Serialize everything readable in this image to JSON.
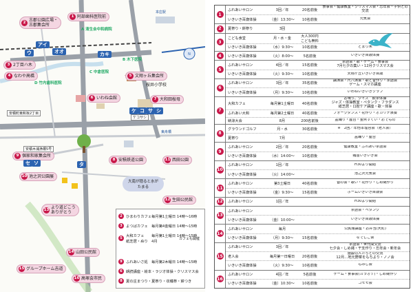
{
  "map": {
    "callouts": [
      {
        "num": "1",
        "label": "阿部歯科医院前"
      },
      {
        "num": "2",
        "label": "古郡公園広場・\n古郡集会所"
      },
      {
        "num": "3",
        "label": "2丁目ハ木"
      },
      {
        "num": "4",
        "label": "なわや高橋"
      },
      {
        "num": "5",
        "label": "文翔ヶ丘集会所"
      },
      {
        "num": "6",
        "label": "いわね会館"
      },
      {
        "num": "7",
        "label": "大和田桜母"
      },
      {
        "num": "8",
        "label": "安積鉄道公園"
      },
      {
        "num": "9",
        "label": "個家和家集会所"
      },
      {
        "num": "10",
        "label": "池之沢公園展"
      },
      {
        "num": "11",
        "label": "西田公園"
      },
      {
        "num": "12",
        "label": "生田公民館"
      },
      {
        "num": "13",
        "label": "より道どこう\nありがとう"
      },
      {
        "num": "14",
        "label": "山田公民館"
      },
      {
        "num": "15",
        "label": "グループホーム吉道"
      },
      {
        "num": "16",
        "label": "高塚会市民"
      }
    ],
    "hospitals": [
      "A 清生会中和病院",
      "B 木下医院",
      "C 中倉医院",
      "D 竹内歯科医院"
    ],
    "signs": [
      "アイ",
      "ウ",
      "オオ",
      "カキ",
      "ケ",
      "コ",
      "サ",
      "シ",
      "セ",
      "ソ",
      "タ"
    ],
    "roads": [
      "安積町東和坂2丁目",
      "安積木浦漁橋5号",
      "ケコサシ"
    ],
    "stations": [
      "本庄駅",
      "東舟橋"
    ],
    "center_label": "大南が穏ると水が\nたまる",
    "school_label": "桜井小学校",
    "train_label": "カフェも開催"
  },
  "legend": {
    "rows": [
      {
        "num": "2",
        "name": "ひまわりカフェ",
        "info": "毎月第1土曜日 14時～16時"
      },
      {
        "num": "3",
        "name": "よつばカフェ",
        "info": "毎月第4金曜日 14時～15時"
      },
      {
        "num": "5",
        "name": "大和カフェ\n紙芝居・ぬり",
        "info": "毎月第1土曜日 14時～15時\n4月"
      },
      {
        "num": "9",
        "name": "ふれあいさ処",
        "info": "毎月第2木曜日 14時～15時"
      },
      {
        "num": "6",
        "name": "朗読講座・絵本・ラジオ体操・クリスマス会",
        "info": ""
      },
      {
        "num": "8",
        "name": "夏の庄まつり・夏祭り・収穫祭・餅つき",
        "info": ""
      }
    ]
  },
  "schedule": [
    {
      "num": "1",
      "subs": [
        [
          "ふれあいサロン",
          "3回／年",
          "20名前後",
          "食事会・健康教室・クリスマス会・忘年会・子供との交流"
        ],
        [
          "いきいき百歳体操",
          "（金）13:30～",
          "10名前後",
          "元気会"
        ]
      ]
    },
    {
      "num": "2",
      "subs": [
        [
          "夏祭り・餅祭り",
          "3回",
          "",
          ""
        ]
      ]
    },
    {
      "num": "3",
      "subs": [
        [
          "こども食堂",
          "月・水・金",
          "大人300円\nこども無料",
          ""
        ],
        [
          "いきいき百歳体操",
          "（水）9:30～",
          "10名前後",
          "とまり木"
        ]
      ]
    },
    {
      "num": "4",
      "subs": [
        [
          "いきいき百歳体操",
          "（火）8:00～",
          "5名前後",
          "いきいき百歳体操"
        ]
      ]
    },
    {
      "num": "5",
      "subs": [
        [
          "ふれあいサロン",
          "4回／年",
          "15名前後",
          "茶話会・歌・ゲーム・食事会\n7月七夕の集い・12月クリスマス会"
        ],
        [
          "いきいき百歳体操",
          "（火）9:30～",
          "10名前後",
          "天翔ヶ丘いきいき百歳"
        ]
      ]
    },
    {
      "num": "6",
      "subs": [
        [
          "ふれあいサロン",
          "3回／年",
          "35名前後",
          "講演会・尺八演奏・歌と昔作り・茶話会\nゲーム・スマホ講座"
        ],
        [
          "いきいき百歳体操",
          "（月）9:30～",
          "10名前後",
          "いわねいきいきクラブ"
        ]
      ]
    },
    {
      "num": "7",
      "subs": [
        [
          "大和カフェ",
          "毎月第1土曜日",
          "40名前後",
          "お喋り、クイズ　飲茶体操\nジャズ・体操教室・ペタンク・フラダンス\n紙芝居・口腔ケア講座・歌・体操"
        ],
        [
          "ふれあい大和",
          "毎月第2土曜日",
          "40名前後",
          "フォークダンス・花作り・オカリナ演奏"
        ],
        [
          "納涼大会",
          "8月",
          "200名前後",
          "盆踊り・屋台・金魚すくい・おでもの"
        ]
      ]
    },
    {
      "num": "8",
      "subs": [
        [
          "グラウンドゴルフ",
          "月・水",
          "30名前後",
          "※　2回／年他本理容会（老人会）"
        ],
        [
          "夏祭り",
          "7月",
          "",
          "盆踊り・屋台"
        ]
      ]
    },
    {
      "num": "9",
      "subs": [
        [
          "ふれあいサロン",
          "2回／年",
          "20名前後",
          "健康教室・ふれあい茶話会"
        ],
        [
          "いきいき百歳体操",
          "（水）14:00～",
          "10名前後",
          "猪苗いきいき会"
        ]
      ]
    },
    {
      "num": "10",
      "subs": [
        [
          "ふれあいサロン",
          "1回／年",
          "",
          "H30より開始"
        ],
        [
          "いきいき百歳体操",
          "（火）14:00～",
          "",
          "池之沢元気会"
        ]
      ]
    },
    {
      "num": "11",
      "subs": [
        [
          "ふれあいサロン",
          "第3土曜日",
          "40名前後",
          "音の会・歌い・花作り・しめ縄作り"
        ],
        [
          "いきいき百歳体操",
          "（金）9:30～",
          "15名前後",
          "ホームいきいき百歳会"
        ]
      ]
    },
    {
      "num": "12",
      "subs": [
        [
          "ふれあいサロン",
          "1回／年",
          "",
          "H30より開始"
        ]
      ]
    },
    {
      "num": "13",
      "subs": [
        [
          "ふれあいサロン",
          "",
          "",
          "茶話会・ペタンク"
        ],
        [
          "いきいき百歳体操",
          "（金）10:00～",
          "",
          "いきいき百歳体操"
        ]
      ]
    },
    {
      "num": "14",
      "subs": [
        [
          "ふれあいサロン",
          "毎月",
          "",
          "公民館講座・お弁当(大町)"
        ],
        [
          "いきいき百歳体操",
          "（月）9:30～",
          "15名前後",
          "なでしこ会"
        ]
      ]
    },
    {
      "num": "15",
      "subs": [
        [
          "ふれあいサロン",
          "3回／年",
          "",
          "茶話会・世代間交流\n七夕会・しめ縄・干支作り・忘年会・新年会"
        ],
        [
          "老人会",
          "毎月第一日曜日",
          "20名前後",
          "施設の人たちとの交流\n12月…地元野菜をもちより・ノノ会"
        ],
        [
          "いきいき百歳体操",
          "（火）9:30～",
          "10名前後",
          "もみじ会"
        ]
      ]
    },
    {
      "num": "16",
      "subs": [
        [
          "ふれあいサロン",
          "4回／年",
          "5名前後",
          "ゲーム・食事会(カラオケ)・しめ縄作り"
        ],
        [
          "いきいき百歳体操",
          "（金）10:30～",
          "10名前後",
          "コモモ会"
        ]
      ]
    }
  ],
  "colors": {
    "accent": "#c9184a",
    "callout_pink": "#f4d6e2",
    "road": "#9aa0a8",
    "dove": "#3bb3c9"
  }
}
